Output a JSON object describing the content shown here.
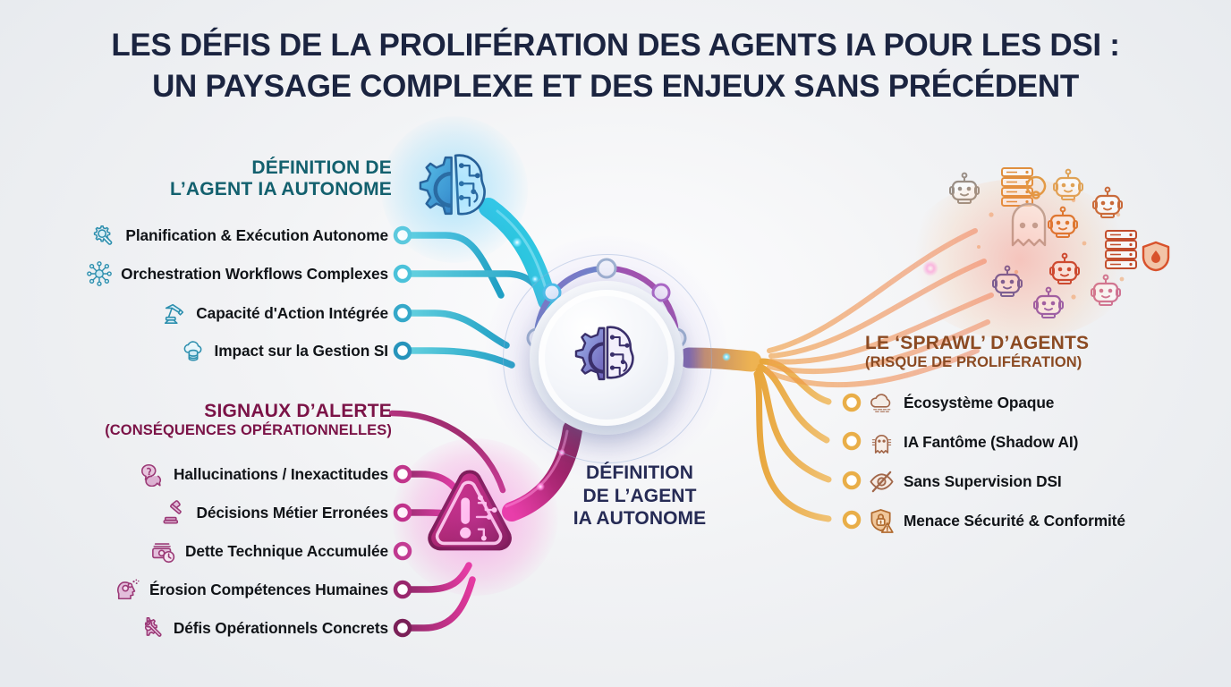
{
  "title": {
    "line1": "Les défis de la prolifération des agents IA pour les DSI :",
    "line2": "Un paysage complexe et des enjeux sans précédent",
    "color": "#1b2440"
  },
  "center": {
    "label_line1": "DÉFINITION",
    "label_line2": "DE L’AGENT",
    "label_line3": "IA AUTONOME",
    "icon": "gear-brain-icon",
    "color": "#262b55"
  },
  "sections": {
    "definition": {
      "heading_main": "DÉFINITION DE",
      "heading_sub": "L’AGENT IA AUTONOME",
      "color": "#13606e",
      "accent": "#3fb8cf",
      "big_icon": "gear-brain-icon",
      "items": [
        {
          "label": "Planification & Exécution Autonome",
          "icon": "gear-wrench-icon"
        },
        {
          "label": "Orchestration Workflows Complexes",
          "icon": "network-hub-icon"
        },
        {
          "label": "Capacité d'Action Intégrée",
          "icon": "robot-arm-icon"
        },
        {
          "label": "Impact sur la Gestion SI",
          "icon": "cloud-database-icon"
        }
      ]
    },
    "alerte": {
      "heading_main": "SIGNAUX D’ALERTE",
      "heading_sub": "(CONSÉQUENCES OPÉRATIONNELLES)",
      "color": "#7b1347",
      "accent": "#b9297e",
      "big_icon": "warning-triangle-icon",
      "items": [
        {
          "label": "Hallucinations / Inexactitudes",
          "icon": "question-bubble-icon"
        },
        {
          "label": "Décisions Métier Erronées",
          "icon": "gavel-icon"
        },
        {
          "label": "Dette Technique Accumulée",
          "icon": "money-clock-icon"
        },
        {
          "label": "Érosion Compétences Humaines",
          "icon": "head-gears-icon"
        },
        {
          "label": "Défis Opérationnels Concrets",
          "icon": "gear-wrench-icon"
        }
      ]
    },
    "sprawl": {
      "heading_main": "LE ‘SPRAWL’ D’AGENTS",
      "heading_sub": "(RISQUE DE PROLIFÉRATION)",
      "color": "#8b4a22",
      "accent": "#edb24f",
      "big_icon": "robot-swarm-icon",
      "items": [
        {
          "label": "Écosystème Opaque",
          "icon": "cloud-icon"
        },
        {
          "label": "IA Fantôme (Shadow AI)",
          "icon": "ghost-icon"
        },
        {
          "label": "Sans Supervision DSI",
          "icon": "eye-off-icon"
        },
        {
          "label": "Menace Sécurité & Conformité",
          "icon": "shield-lock-warning-icon"
        }
      ]
    }
  },
  "palette": {
    "background": "#eceef1",
    "cyan": "#3fb8cf",
    "teal_dark": "#13606e",
    "magenta": "#b9297e",
    "maroon": "#7b1347",
    "amber": "#edb24f",
    "brown": "#8b4a22",
    "ink": "#111418"
  }
}
